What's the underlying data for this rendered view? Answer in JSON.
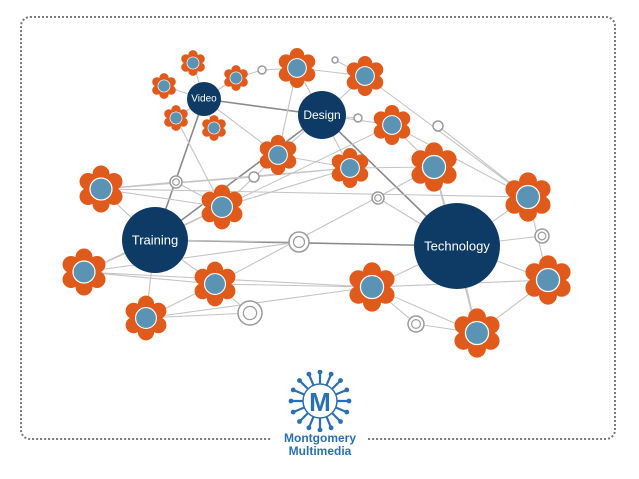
{
  "hubs": [
    {
      "id": "video",
      "label": "Video"
    },
    {
      "id": "design",
      "label": "Design"
    },
    {
      "id": "training",
      "label": "Training"
    },
    {
      "id": "technology",
      "label": "Technology"
    }
  ],
  "logo": {
    "line1": "Montgomery",
    "line2": "Multimedia",
    "emblem_letter": "M"
  },
  "colors": {
    "hub": "#0d3b66",
    "petal": "#e05a1b",
    "flower_center": "#5b93b4",
    "ring": "#9a9a9a",
    "edge": "#c4c4c4",
    "logo_blue": "#2b6fb3",
    "frame": "#7a7a7a"
  }
}
